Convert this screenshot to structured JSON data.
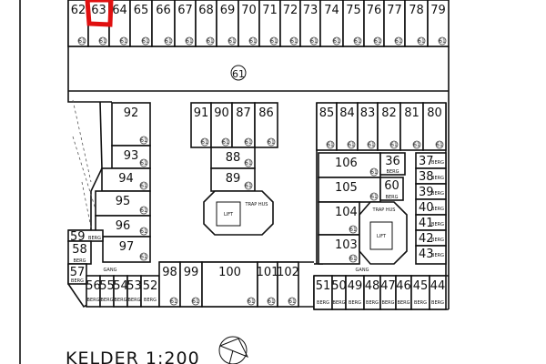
{
  "plan_title": "KELDER 1:200",
  "corridor_ref": "61",
  "room_ref": "61",
  "storage_label": "BERG",
  "gang_label": "GANG",
  "lift_label": "LIFT",
  "stair_label": "TRAP HUS",
  "highlighted_room": "63",
  "highlight_color": "#e01010",
  "groups": {
    "top_row": [
      "62",
      "63",
      "64",
      "65",
      "66",
      "67",
      "68",
      "69",
      "70",
      "71",
      "72",
      "73",
      "74",
      "75",
      "76",
      "77",
      "78",
      "79"
    ],
    "center_top": [
      "91",
      "90",
      "87",
      "86"
    ],
    "center_mid": [
      "88",
      "89"
    ],
    "left_block": [
      "92",
      "93",
      "94",
      "95",
      "96",
      "97"
    ],
    "left_berg": [
      "59",
      "58",
      "57"
    ],
    "bottom_berg_left": [
      "56",
      "55",
      "54",
      "53",
      "52"
    ],
    "bottom_left": [
      "98",
      "99",
      "100",
      "101",
      "102"
    ],
    "right_top": [
      "85",
      "84",
      "83",
      "82",
      "81",
      "80"
    ],
    "right_mid": [
      "106",
      "105",
      "104",
      "103"
    ],
    "right_berg_small": [
      "36",
      "60"
    ],
    "right_berg_column": [
      "37",
      "38",
      "39",
      "40",
      "41",
      "42",
      "43"
    ],
    "bottom_berg_right": [
      "51",
      "50",
      "49",
      "48",
      "47",
      "46",
      "45",
      "44"
    ]
  }
}
